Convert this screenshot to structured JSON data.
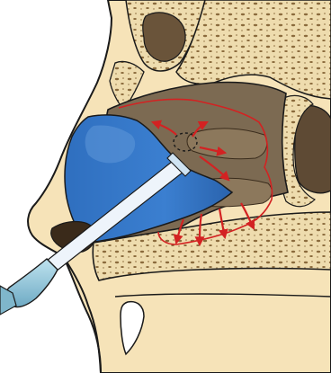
{
  "colors": {
    "background": "#ffffff",
    "skin": "#f6e3b8",
    "skin_outline": "#1a1a1a",
    "bone": "#eedcae",
    "bone_pattern": "#8a6a3c",
    "cavity": "#7c6a52",
    "sinus_dark": "#5e4a34",
    "nasal_fill": "#2f6fbf",
    "nasal_fill_light": "#5e97d9",
    "arrow": "#d32222",
    "instrument_shaft": "#eef4fb",
    "instrument_handle": "#8fc7dc",
    "tooth": "#ffffff"
  },
  "icons": [
    "nasal-spray-nozzle",
    "spray-flow-arrow",
    "septum-target-outline"
  ],
  "description_labels": []
}
